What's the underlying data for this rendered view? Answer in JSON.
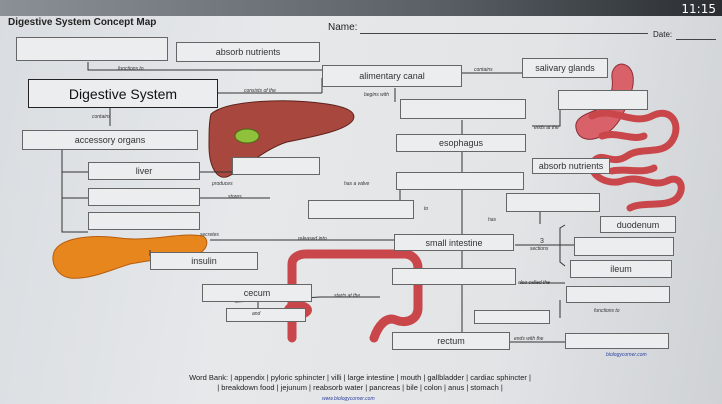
{
  "status": {
    "time": "11:15"
  },
  "header": {
    "title": "Digestive System Concept Map",
    "name_label": "Name:",
    "date_label": "Date:"
  },
  "boxes": {
    "absorb_nutrients_top": "absorb nutrients",
    "alimentary_canal": "alimentary canal",
    "salivary_glands": "salivary glands",
    "digestive_system": "Digestive System",
    "accessory_organs": "accessory organs",
    "esophagus": "esophagus",
    "liver": "liver",
    "absorb_nutrients_right": "absorb nutrients",
    "duodenum": "duodenum",
    "small_intestine": "small intestine",
    "insulin": "insulin",
    "ileum": "ileum",
    "cecum": "cecum",
    "rectum": "rectum"
  },
  "links": {
    "functions_to": "functions to",
    "consists_of_the": "consists of the",
    "contains_top": "contains",
    "begins_with": "begins with",
    "contains_left": "contains",
    "ends_at_the": "ends at the",
    "produces": "produces",
    "stores": "stores",
    "has_a_valve": "has a valve",
    "to": "to",
    "has": "has",
    "secretes": "secretes",
    "released_into": "released into",
    "three": "3",
    "sections": "sections",
    "also_called_the": "also called the",
    "starts_at_the": "starts at the",
    "and": "and",
    "functions_to_right": "functions to",
    "ends_with_the": "ends with the"
  },
  "word_bank": {
    "line1": "Word Bank:  |  appendix  |  pyloric sphincter  |  villi  |  large intestine  |  mouth  |  gallbladder  |  cardiac sphincter  |",
    "line2": "|  breakdown food  |  jejunum  |  reabsorb water  |  pancreas  |  bile  |  colon  |  anus  |  stomach  |"
  },
  "credits": {
    "small": "biologycorner.com",
    "bottom": "www.biologycorner.com"
  },
  "colors": {
    "liver": "#a8473e",
    "pancreas": "#e8861e",
    "stomach": "#d9626a",
    "intestine": "#c9474a"
  }
}
